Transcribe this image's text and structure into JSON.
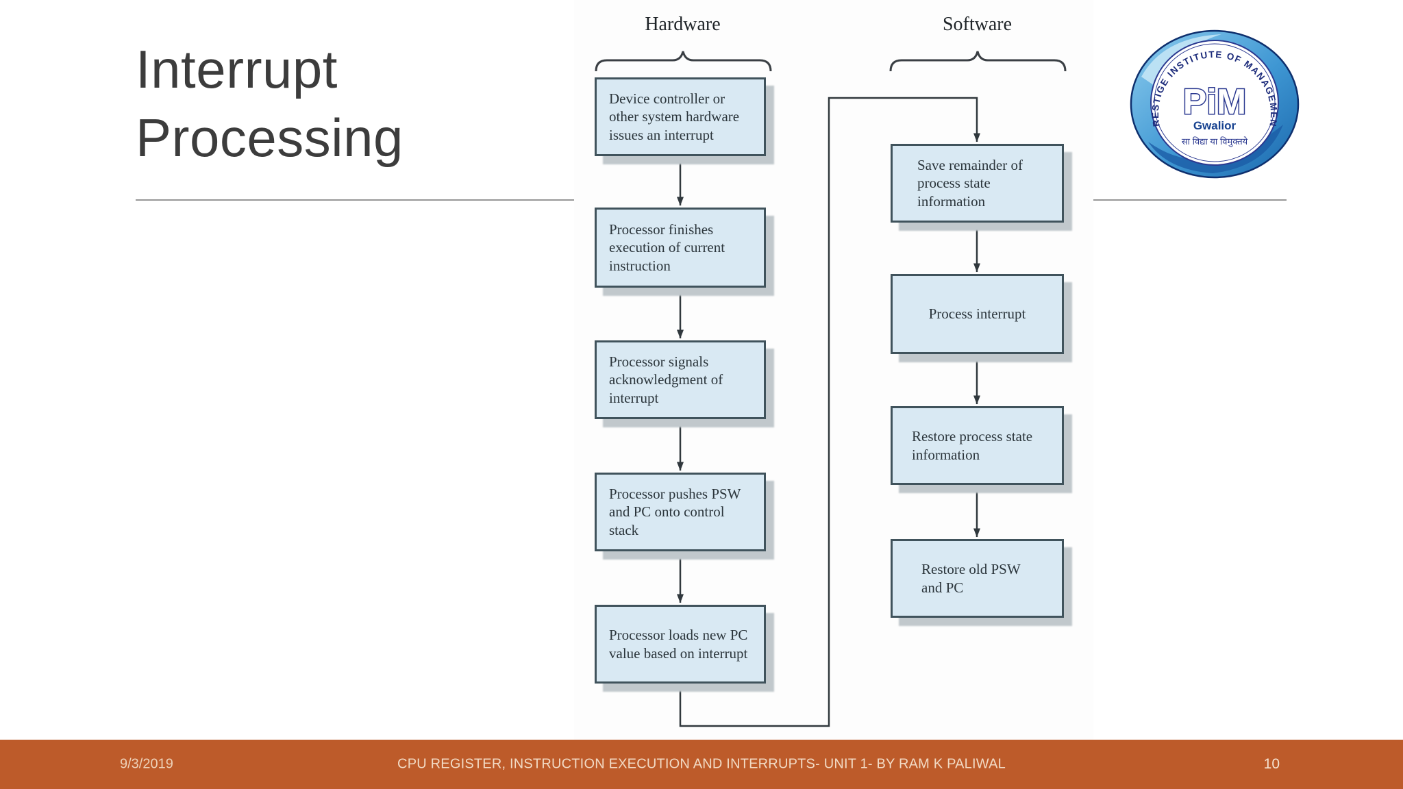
{
  "slide": {
    "title": "Interrupt Processing"
  },
  "diagram": {
    "columns": [
      {
        "label": "Hardware",
        "boxes": [
          "Device controller or other system hardware issues an interrupt",
          "Processor finishes execution of current instruction",
          "Processor signals acknowledgment of interrupt",
          "Processor pushes PSW and PC onto control stack",
          "Processor loads new PC value based on interrupt"
        ]
      },
      {
        "label": "Software",
        "boxes": [
          "Save remainder of process state information",
          "Process interrupt",
          "Restore process state information",
          "Restore old PSW and PC"
        ]
      }
    ],
    "colors": {
      "box_fill": "#d9e9f3",
      "box_border": "#40535c",
      "box_shadow": "#c1c8cc",
      "connector": "#30383d"
    }
  },
  "logo": {
    "institution": "PRESTIGE INSTITUTE OF MANAGEMENT",
    "monogram": "PiM",
    "city": "Gwalior",
    "motto": "सा विद्या या विमुक्तये"
  },
  "footer": {
    "date": "9/3/2019",
    "title": "CPU REGISTER, INSTRUCTION EXECUTION AND INTERRUPTS- UNIT 1- BY RAM K PALIWAL",
    "page_number": "10",
    "colors": {
      "background": "#bd5b2a",
      "text": "#f2dac4"
    }
  },
  "title_color": "#3c3c3c"
}
